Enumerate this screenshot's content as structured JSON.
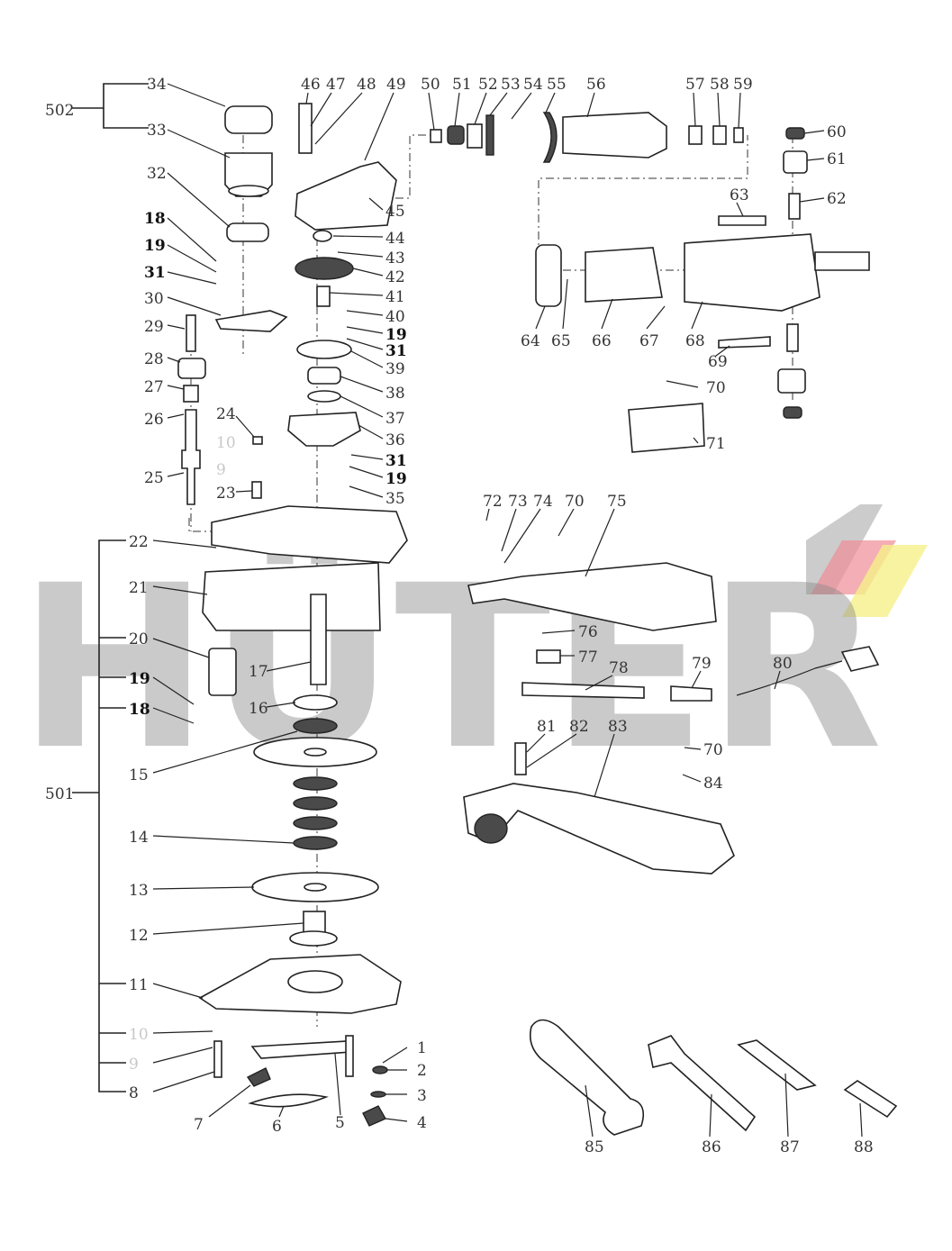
{
  "brand": {
    "watermark_text": "HÜTER",
    "accent_colors": [
      "#f08c96",
      "#f5f08a",
      "#8a8a8a"
    ]
  },
  "assembly_labels": [
    {
      "id": "g501",
      "text": "501"
    },
    {
      "id": "g502",
      "text": "502"
    }
  ],
  "part_labels": [
    {
      "id": "p1",
      "text": "1"
    },
    {
      "id": "p2",
      "text": "2"
    },
    {
      "id": "p3",
      "text": "3"
    },
    {
      "id": "p4",
      "text": "4"
    },
    {
      "id": "p5",
      "text": "5"
    },
    {
      "id": "p6",
      "text": "6"
    },
    {
      "id": "p7",
      "text": "7"
    },
    {
      "id": "p8",
      "text": "8"
    },
    {
      "id": "p9",
      "text": "9"
    },
    {
      "id": "p10",
      "text": "10"
    },
    {
      "id": "p11",
      "text": "11"
    },
    {
      "id": "p12",
      "text": "12"
    },
    {
      "id": "p13",
      "text": "13"
    },
    {
      "id": "p14",
      "text": "14"
    },
    {
      "id": "p15",
      "text": "15"
    },
    {
      "id": "p16",
      "text": "16"
    },
    {
      "id": "p17",
      "text": "17"
    },
    {
      "id": "p18",
      "text": "18"
    },
    {
      "id": "p19",
      "text": "19"
    },
    {
      "id": "p20",
      "text": "20"
    },
    {
      "id": "p21",
      "text": "21"
    },
    {
      "id": "p22",
      "text": "22"
    },
    {
      "id": "p23",
      "text": "23"
    },
    {
      "id": "p24",
      "text": "24"
    },
    {
      "id": "p25",
      "text": "25"
    },
    {
      "id": "p26",
      "text": "26"
    },
    {
      "id": "p27",
      "text": "27"
    },
    {
      "id": "p28",
      "text": "28"
    },
    {
      "id": "p29",
      "text": "29"
    },
    {
      "id": "p30",
      "text": "30"
    },
    {
      "id": "p31",
      "text": "31"
    },
    {
      "id": "p32",
      "text": "32"
    },
    {
      "id": "p33",
      "text": "33"
    },
    {
      "id": "p34",
      "text": "34"
    },
    {
      "id": "p35",
      "text": "35"
    },
    {
      "id": "p36",
      "text": "36"
    },
    {
      "id": "p37",
      "text": "37"
    },
    {
      "id": "p38",
      "text": "38"
    },
    {
      "id": "p39",
      "text": "39"
    },
    {
      "id": "p40",
      "text": "40"
    },
    {
      "id": "p41",
      "text": "41"
    },
    {
      "id": "p42",
      "text": "42"
    },
    {
      "id": "p43",
      "text": "43"
    },
    {
      "id": "p44",
      "text": "44"
    },
    {
      "id": "p45",
      "text": "45"
    },
    {
      "id": "p46",
      "text": "46"
    },
    {
      "id": "p47",
      "text": "47"
    },
    {
      "id": "p48",
      "text": "48"
    },
    {
      "id": "p49",
      "text": "49"
    },
    {
      "id": "p50",
      "text": "50"
    },
    {
      "id": "p51",
      "text": "51"
    },
    {
      "id": "p52",
      "text": "52"
    },
    {
      "id": "p53",
      "text": "53"
    },
    {
      "id": "p54",
      "text": "54"
    },
    {
      "id": "p55",
      "text": "55"
    },
    {
      "id": "p56",
      "text": "56"
    },
    {
      "id": "p57",
      "text": "57"
    },
    {
      "id": "p58",
      "text": "58"
    },
    {
      "id": "p59",
      "text": "59"
    },
    {
      "id": "p60",
      "text": "60"
    },
    {
      "id": "p61",
      "text": "61"
    },
    {
      "id": "p62",
      "text": "62"
    },
    {
      "id": "p63",
      "text": "63"
    },
    {
      "id": "p64",
      "text": "64"
    },
    {
      "id": "p65",
      "text": "65"
    },
    {
      "id": "p66",
      "text": "66"
    },
    {
      "id": "p67",
      "text": "67"
    },
    {
      "id": "p68",
      "text": "68"
    },
    {
      "id": "p69",
      "text": "69"
    },
    {
      "id": "p70",
      "text": "70"
    },
    {
      "id": "p71",
      "text": "71"
    },
    {
      "id": "p72",
      "text": "72"
    },
    {
      "id": "p73",
      "text": "73"
    },
    {
      "id": "p74",
      "text": "74"
    },
    {
      "id": "p75",
      "text": "75"
    },
    {
      "id": "p76",
      "text": "76"
    },
    {
      "id": "p77",
      "text": "77"
    },
    {
      "id": "p78",
      "text": "78"
    },
    {
      "id": "p79",
      "text": "79"
    },
    {
      "id": "p80",
      "text": "80"
    },
    {
      "id": "p81",
      "text": "81"
    },
    {
      "id": "p82",
      "text": "82"
    },
    {
      "id": "p83",
      "text": "83"
    },
    {
      "id": "p84",
      "text": "84"
    },
    {
      "id": "p85",
      "text": "85"
    },
    {
      "id": "p86",
      "text": "86"
    },
    {
      "id": "p87",
      "text": "87"
    },
    {
      "id": "p88",
      "text": "88"
    }
  ]
}
